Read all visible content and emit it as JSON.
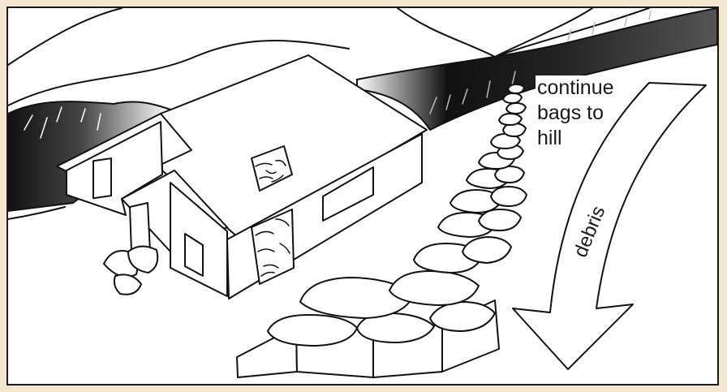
{
  "labels": {
    "line1": "continue",
    "line2": "bags to",
    "line3": "hill",
    "debris": "debris"
  },
  "colors": {
    "background": "#f3e6cf",
    "ink": "#111111",
    "panel": "#ffffff"
  }
}
